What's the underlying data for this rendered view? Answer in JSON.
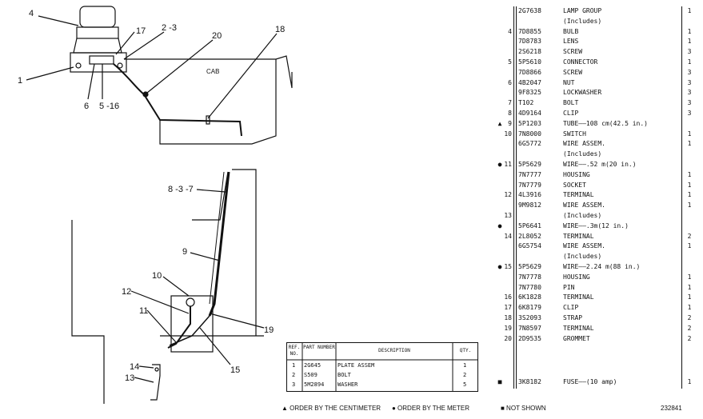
{
  "callouts": {
    "c4": "4",
    "c17": "17",
    "c2_3": "2 -3",
    "c20": "20",
    "c18": "18",
    "c1": "1",
    "c6": "6",
    "c5_16": "5 -16",
    "cab": "CAB",
    "c8_3_7": "8 -3 -7",
    "c9": "9",
    "c10": "10",
    "c12": "12",
    "c11": "11",
    "c19": "19",
    "c15": "15",
    "c14": "14",
    "c13": "13"
  },
  "small_table": {
    "header": {
      "ref": "REF. NO.",
      "part": "PART NUMBER",
      "desc": "DESCRIPTION",
      "qty": "QTY."
    },
    "rows": [
      {
        "ref": "1",
        "part": "2G645",
        "desc": "PLATE ASSEM",
        "qty": "1"
      },
      {
        "ref": "2",
        "part": "S509",
        "desc": "BOLT",
        "qty": "2"
      },
      {
        "ref": "3",
        "part": "5M2894",
        "desc": "WASHER",
        "qty": "5"
      }
    ]
  },
  "parts_list": [
    {
      "mark": "",
      "ref": "",
      "part": "2G7638",
      "desc": "LAMP GROUP",
      "qty": "1"
    },
    {
      "mark": "",
      "ref": "",
      "part": "",
      "desc": "(Includes)",
      "qty": ""
    },
    {
      "mark": "",
      "ref": "4",
      "part": "7D8855",
      "desc": "BULB",
      "qty": "1"
    },
    {
      "mark": "",
      "ref": "",
      "part": "7D8783",
      "desc": "LENS",
      "qty": "1"
    },
    {
      "mark": "",
      "ref": "",
      "part": "2S6218",
      "desc": "SCREW",
      "qty": "3"
    },
    {
      "mark": "",
      "ref": "5",
      "part": "5P5610",
      "desc": "CONNECTOR",
      "qty": "1"
    },
    {
      "mark": "",
      "ref": "",
      "part": "7D8866",
      "desc": "SCREW",
      "qty": "3"
    },
    {
      "mark": "",
      "ref": "6",
      "part": "4B2047",
      "desc": "NUT",
      "qty": "3"
    },
    {
      "mark": "",
      "ref": "",
      "part": "9F8325",
      "desc": "LOCKWASHER",
      "qty": "3"
    },
    {
      "mark": "",
      "ref": "7",
      "part": "T102",
      "desc": "BOLT",
      "qty": "3"
    },
    {
      "mark": "",
      "ref": "8",
      "part": "4D9164",
      "desc": "CLIP",
      "qty": "3"
    },
    {
      "mark": "▲",
      "ref": "9",
      "part": "5P1203",
      "desc": "TUBE——108 cm(42.5 in.)",
      "qty": ""
    },
    {
      "mark": "",
      "ref": "10",
      "part": "7N8000",
      "desc": "SWITCH",
      "qty": "1"
    },
    {
      "mark": "",
      "ref": "",
      "part": "6G5772",
      "desc": "WIRE ASSEM.",
      "qty": "1"
    },
    {
      "mark": "",
      "ref": "",
      "part": "",
      "desc": "(Includes)",
      "qty": ""
    },
    {
      "mark": "●",
      "ref": "11",
      "part": "5P5629",
      "desc": "WIRE——.52 m(20 in.)",
      "qty": ""
    },
    {
      "mark": "",
      "ref": "",
      "part": "7N7777",
      "desc": "HOUSING",
      "qty": "1"
    },
    {
      "mark": "",
      "ref": "",
      "part": "7N7779",
      "desc": "SOCKET",
      "qty": "1"
    },
    {
      "mark": "",
      "ref": "12",
      "part": "4L3916",
      "desc": "TERMINAL",
      "qty": "1"
    },
    {
      "mark": "",
      "ref": "",
      "part": "9M9812",
      "desc": "WIRE ASSEM.",
      "qty": "1"
    },
    {
      "mark": "",
      "ref": "13",
      "part": "",
      "desc": "(Includes)",
      "qty": ""
    },
    {
      "mark": "●",
      "ref": "",
      "part": "5P6641",
      "desc": "WIRE——.3m(12 in.)",
      "qty": ""
    },
    {
      "mark": "",
      "ref": "14",
      "part": "2L8052",
      "desc": "TERMINAL",
      "qty": "2"
    },
    {
      "mark": "",
      "ref": "",
      "part": "6G5754",
      "desc": "WIRE ASSEM.",
      "qty": "1"
    },
    {
      "mark": "",
      "ref": "",
      "part": "",
      "desc": "(Includes)",
      "qty": ""
    },
    {
      "mark": "●",
      "ref": "15",
      "part": "5P5629",
      "desc": "WIRE——2.24 m(88 in.)",
      "qty": ""
    },
    {
      "mark": "",
      "ref": "",
      "part": "7N7778",
      "desc": "HOUSING",
      "qty": "1"
    },
    {
      "mark": "",
      "ref": "",
      "part": "7N7780",
      "desc": "PIN",
      "qty": "1"
    },
    {
      "mark": "",
      "ref": "16",
      "part": "6K1828",
      "desc": "TERMINAL",
      "qty": "1"
    },
    {
      "mark": "",
      "ref": "17",
      "part": "6K8179",
      "desc": "CLIP",
      "qty": "1"
    },
    {
      "mark": "",
      "ref": "18",
      "part": "3S2093",
      "desc": "STRAP",
      "qty": "2"
    },
    {
      "mark": "",
      "ref": "19",
      "part": "7N8597",
      "desc": "TERMINAL",
      "qty": "2"
    },
    {
      "mark": "",
      "ref": "20",
      "part": "2D9535",
      "desc": "GROMMET",
      "qty": "2"
    }
  ],
  "fuse_row": {
    "mark": "■",
    "ref": "",
    "part": "3K8182",
    "desc": "FUSE——(10 amp)",
    "qty": "1"
  },
  "footer": {
    "centimeter": "▲ ORDER BY THE CENTIMETER",
    "meter": "● ORDER BY THE METER",
    "not_shown": "■ NOT SHOWN",
    "page_number": "232841"
  }
}
